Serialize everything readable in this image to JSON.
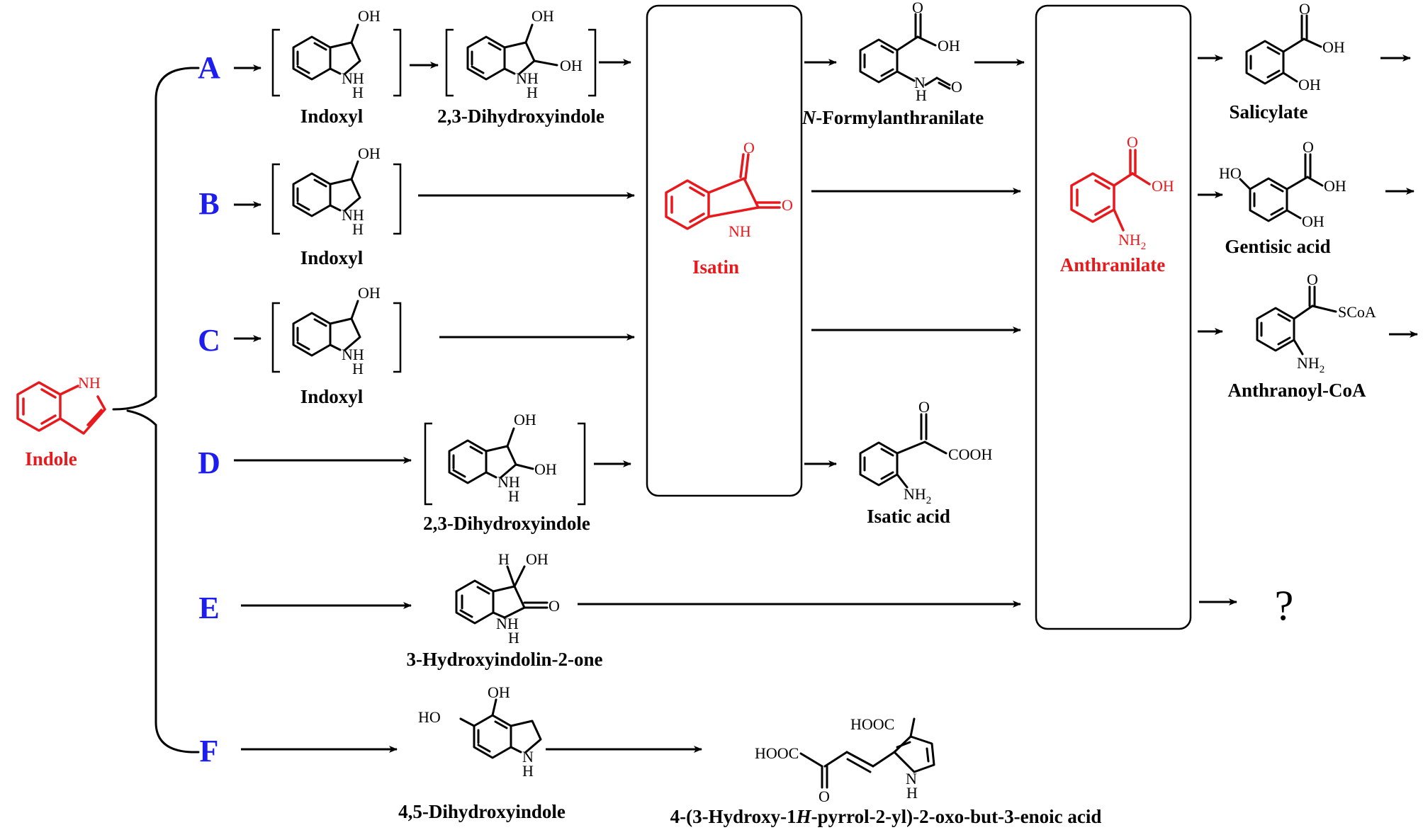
{
  "routes": [
    "A",
    "B",
    "C",
    "D",
    "E",
    "F"
  ],
  "compounds": {
    "indole": "Indole",
    "indoxyl": "Indoxyl",
    "dihydroxyindole": "2,3-Dihydroxyindole",
    "isatin": "Isatin",
    "n_formyl_prefix": "N",
    "n_formyl_rest": "-Formylanthranilate",
    "anthranilate": "Anthranilate",
    "salicylate": "Salicylate",
    "gentisic": "Gentisic acid",
    "anthranoyl": "Anthranoyl-CoA",
    "isatic": "Isatic acid",
    "hydroxyindolinone": "3-Hydroxyindolin-2-one",
    "dihydroxyindole45": "4,5-Dihydroxyindole",
    "final_1": "4-(3-Hydroxy-1",
    "final_2": "H",
    "final_3": "-pyrrol-2-yl)-2-oxo-but-3-enoic acid"
  },
  "atoms": {
    "OH": "OH",
    "NH": "NH",
    "H": "H",
    "N": "N",
    "O": "O",
    "HO": "HO",
    "NH2_base": "NH",
    "NH2_sub": "2",
    "SCoA": "SCoA",
    "COOH": "COOH",
    "HOOC": "HOOC"
  },
  "unknown_product": "?",
  "colors": {
    "highlight": "#e8191d",
    "route": "#1d1df0",
    "ink": "#000000"
  }
}
